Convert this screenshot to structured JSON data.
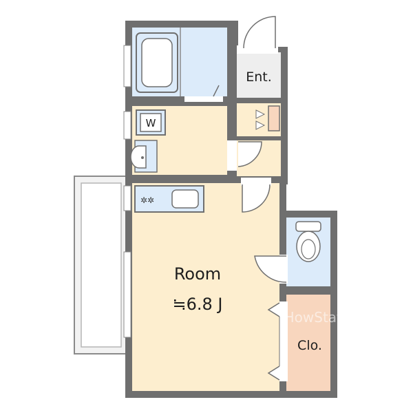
{
  "rooms": {
    "main": {
      "label": "Room",
      "area": "≒6.8 J"
    },
    "entrance": {
      "label": "Ent."
    },
    "closet": {
      "label": "Clo."
    },
    "washer": {
      "label": "W"
    }
  },
  "watermark": "HowStation",
  "icons": {
    "bathtub": "bathtub-icon",
    "washer": "washing-machine-icon",
    "basin": "wash-basin-icon",
    "stove": "gas-stove-icon",
    "sink": "kitchen-sink-icon",
    "toilet": "toilet-icon",
    "shoe_box": "shoe-cabinet-icon"
  },
  "colors": {
    "wall": "#6f6f6f",
    "room_floor": "#fdeecf",
    "wet_area": "#dcebfa",
    "closet": "#f8d6be",
    "entrance": "#eeeeee",
    "balcony": "#f2f2f2"
  }
}
